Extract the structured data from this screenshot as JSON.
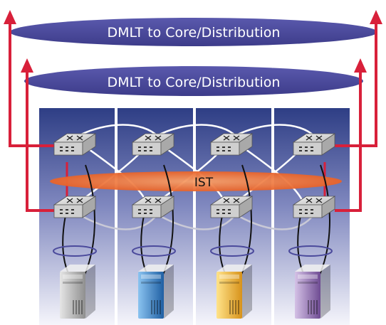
{
  "diagram": {
    "top_link_label": "DMLT to Core/Distribution",
    "second_link_label": "DMLT to Core/Distribution",
    "ist_label": "IST"
  },
  "colors": {
    "dmlt_oval": "#4b4a9c",
    "ist_oval": "#ee6d2c",
    "uplink": "#d8203a",
    "rack_panel_top": "#2f3f86",
    "rack_panel_bottom": "#f3f3fa",
    "switch_body": "#d8d8d8",
    "server_gray": "#b8b8b8",
    "server_blue": "#3e8bd0",
    "server_yellow": "#f1b82e",
    "server_purple": "#9b78b8"
  },
  "icons": {
    "switch": "router-switch-icon",
    "server": "tower-server-icon"
  }
}
